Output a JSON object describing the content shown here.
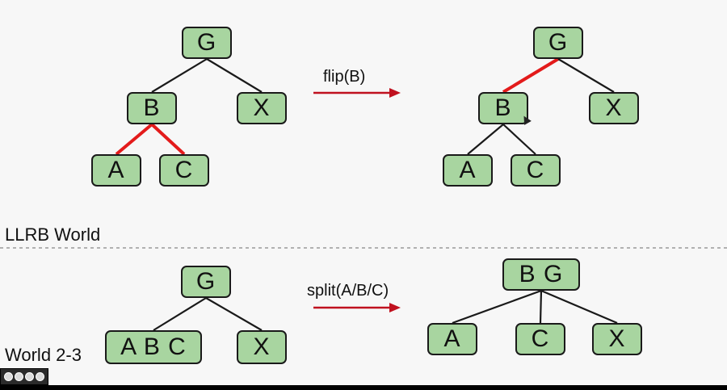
{
  "colors": {
    "node_fill": "#a8d5a0",
    "black_edge": "#1a1a1a",
    "red_edge": "#e31b1b",
    "arrow": "#c0111f"
  },
  "operations": {
    "flip": "flip(B)",
    "split": "split(A/B/C)"
  },
  "labels": {
    "llrb_world": "LLRB World",
    "world_23": "World 2-3"
  },
  "diagrams": {
    "llrb_before": {
      "nodes": [
        {
          "id": "G",
          "label": "G"
        },
        {
          "id": "B",
          "label": "B"
        },
        {
          "id": "X",
          "label": "X"
        },
        {
          "id": "A",
          "label": "A"
        },
        {
          "id": "C",
          "label": "C"
        }
      ],
      "edges": [
        {
          "from": "G",
          "to": "B",
          "color": "black"
        },
        {
          "from": "G",
          "to": "X",
          "color": "black"
        },
        {
          "from": "B",
          "to": "A",
          "color": "red"
        },
        {
          "from": "B",
          "to": "C",
          "color": "red"
        }
      ]
    },
    "llrb_after": {
      "nodes": [
        {
          "id": "G",
          "label": "G"
        },
        {
          "id": "B",
          "label": "B"
        },
        {
          "id": "X",
          "label": "X"
        },
        {
          "id": "A",
          "label": "A"
        },
        {
          "id": "C",
          "label": "C"
        }
      ],
      "edges": [
        {
          "from": "G",
          "to": "B",
          "color": "red"
        },
        {
          "from": "G",
          "to": "X",
          "color": "black"
        },
        {
          "from": "B",
          "to": "A",
          "color": "black"
        },
        {
          "from": "B",
          "to": "C",
          "color": "black"
        }
      ]
    },
    "t23_before": {
      "nodes": [
        {
          "id": "G",
          "label": "G"
        },
        {
          "id": "ABC",
          "label": "A B C"
        },
        {
          "id": "X",
          "label": "X"
        }
      ],
      "edges": [
        {
          "from": "G",
          "to": "ABC",
          "color": "black"
        },
        {
          "from": "G",
          "to": "X",
          "color": "black"
        }
      ]
    },
    "t23_after": {
      "nodes": [
        {
          "id": "BG",
          "label": "B G"
        },
        {
          "id": "A",
          "label": "A"
        },
        {
          "id": "C",
          "label": "C"
        },
        {
          "id": "X",
          "label": "X"
        }
      ],
      "edges": [
        {
          "from": "BG",
          "to": "A",
          "color": "black"
        },
        {
          "from": "BG",
          "to": "C",
          "color": "black"
        },
        {
          "from": "BG",
          "to": "X",
          "color": "black"
        }
      ]
    }
  }
}
